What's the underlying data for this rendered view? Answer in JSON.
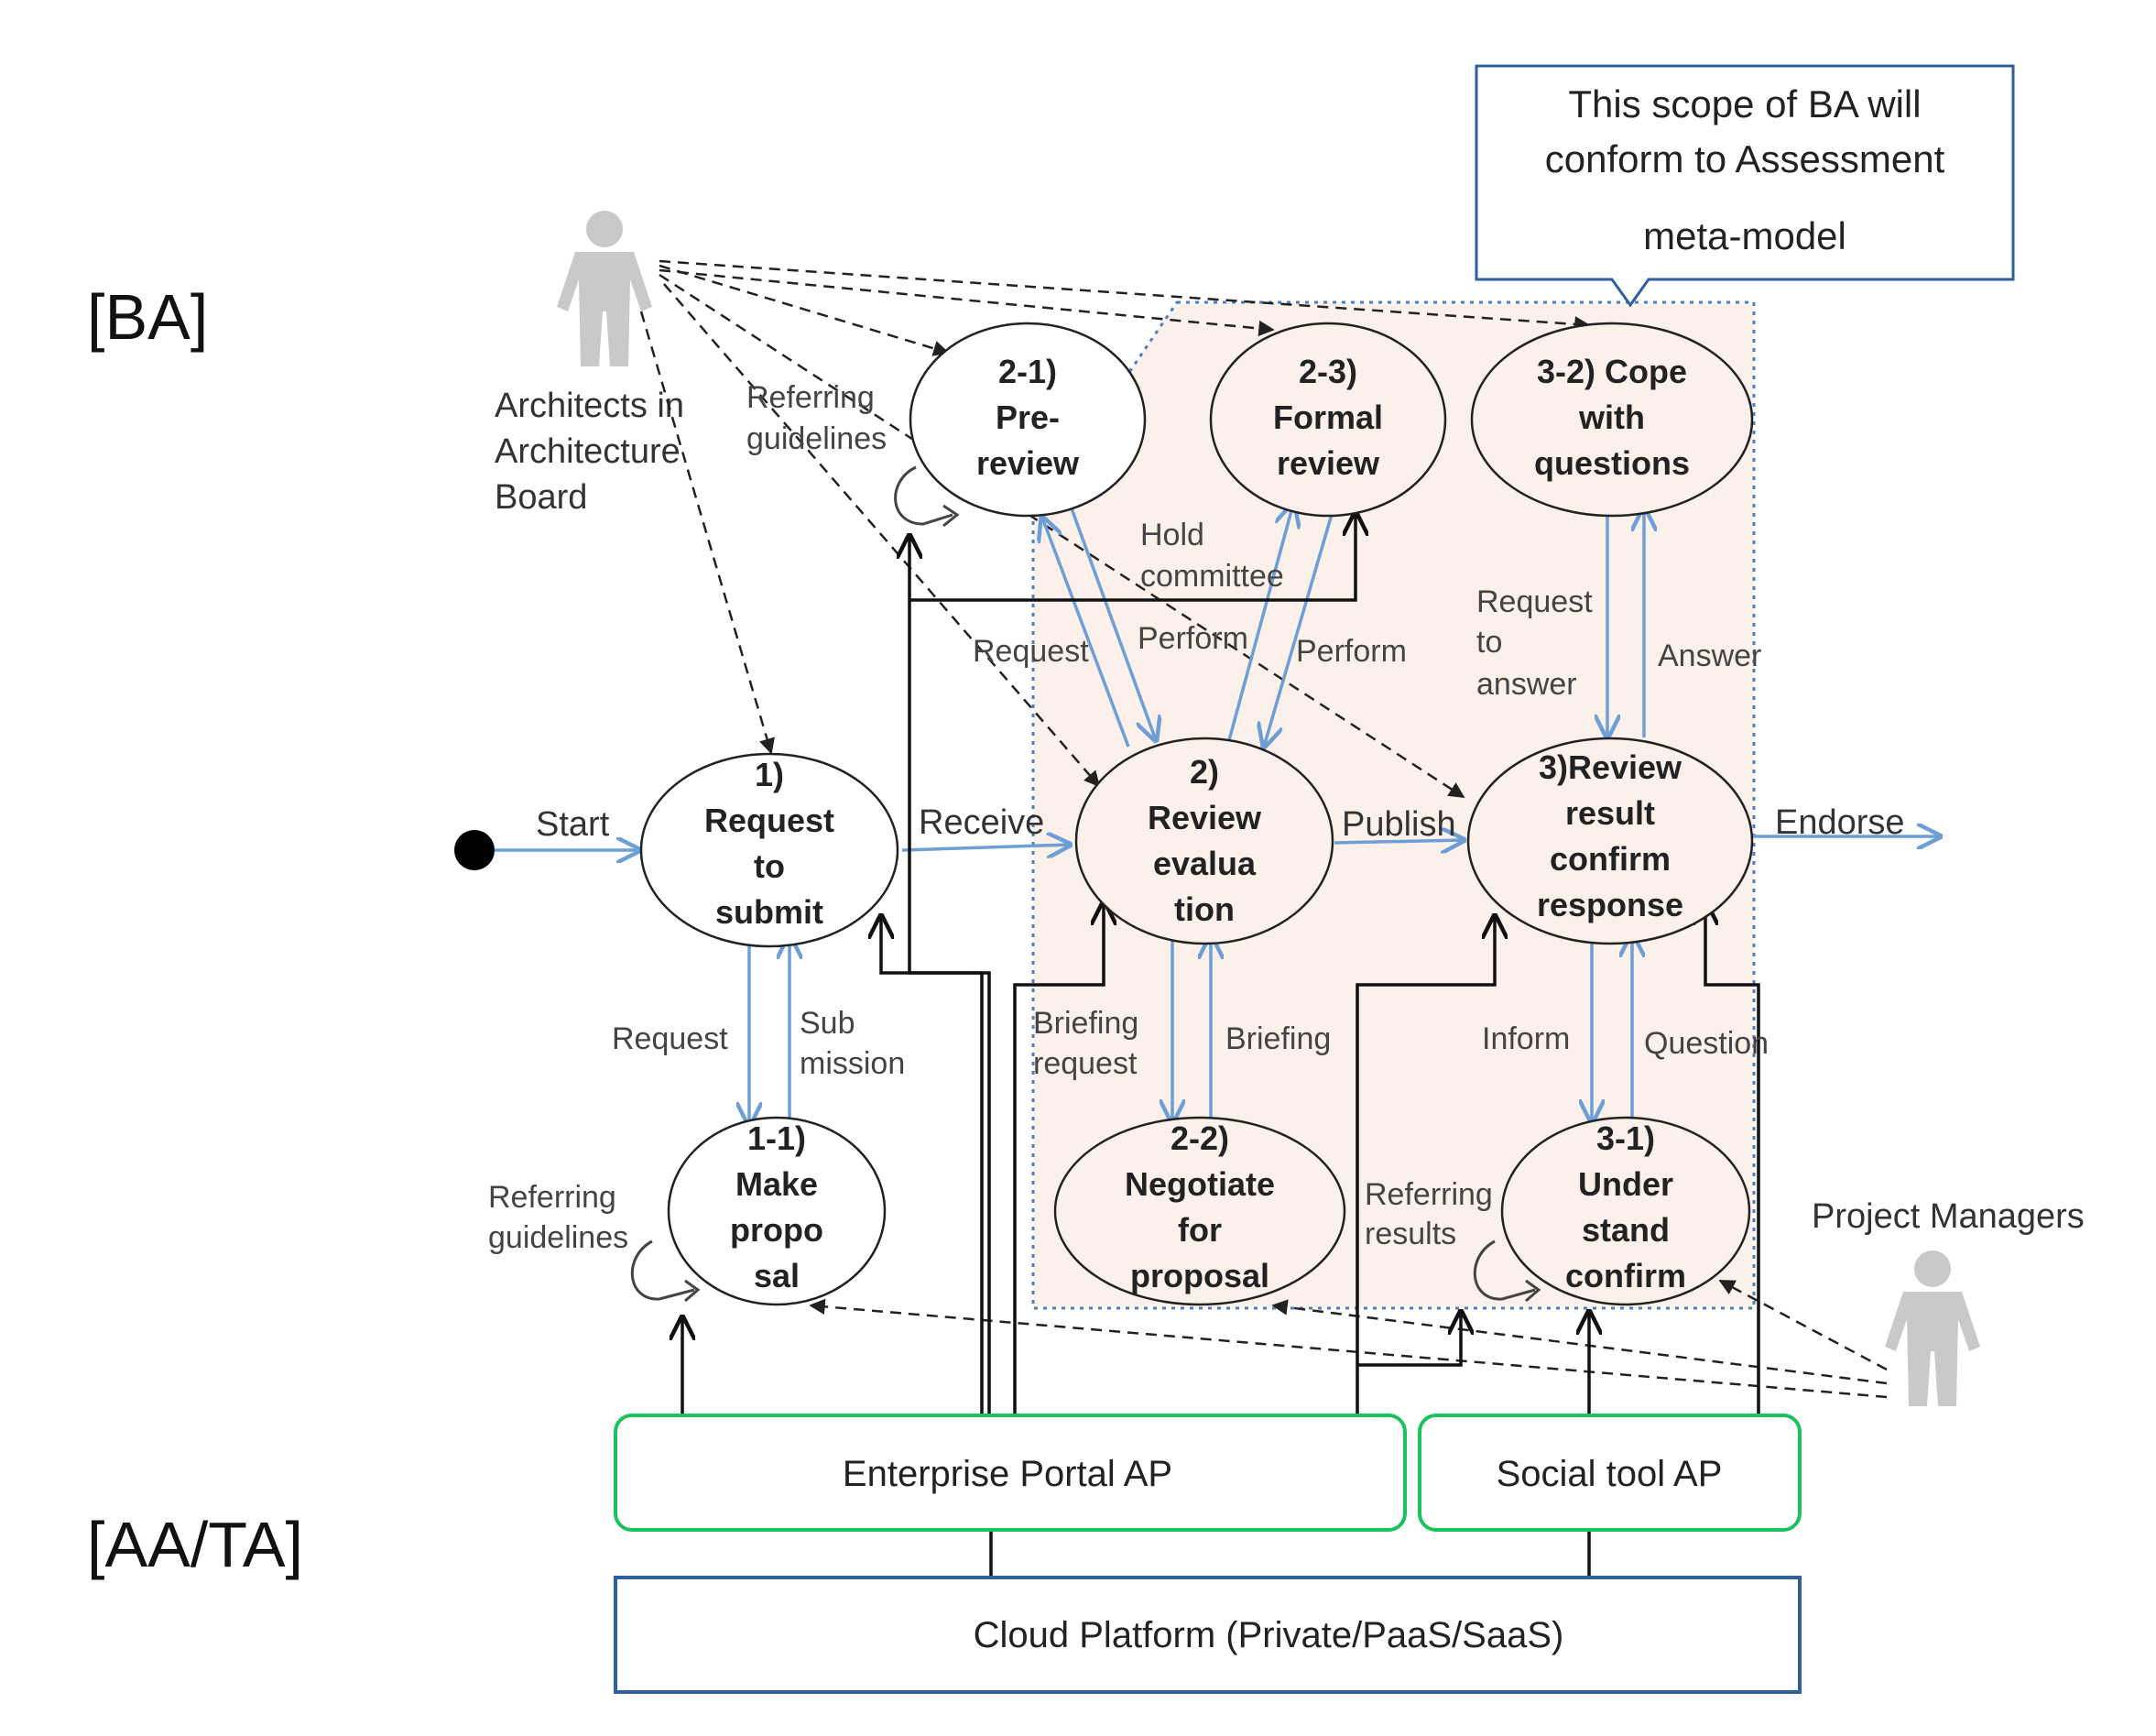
{
  "layers": {
    "business": "[BA]",
    "application": "[AA/TA]"
  },
  "callout": {
    "lines": [
      "This scope of BA will",
      "conform to Assessment",
      "meta-model"
    ]
  },
  "actors": {
    "architects": {
      "lines": [
        "Architects in",
        "Architecture",
        "Board"
      ]
    },
    "project_managers": {
      "label": "Project Managers"
    }
  },
  "nodes": {
    "n1": {
      "lines": [
        "1)",
        "Request",
        "to",
        "submit"
      ]
    },
    "n11": {
      "lines": [
        "1-1)",
        "Make",
        "propo",
        "sal"
      ]
    },
    "n2": {
      "lines": [
        "2)",
        "Review",
        "evalua",
        "tion"
      ]
    },
    "n21": {
      "lines": [
        "2-1)",
        "Pre-",
        "review"
      ]
    },
    "n22": {
      "lines": [
        "2-2)",
        "Negotiate",
        "for",
        "proposal"
      ]
    },
    "n23": {
      "lines": [
        "2-3)",
        "Formal",
        "review"
      ]
    },
    "n3": {
      "lines": [
        "3)Review",
        "result",
        "confirm",
        "response"
      ]
    },
    "n31": {
      "lines": [
        "3-1)",
        "Under",
        "stand",
        "confirm"
      ]
    },
    "n32": {
      "lines": [
        "3-2) Cope",
        "with",
        "questions"
      ]
    }
  },
  "flow_labels": {
    "start": "Start",
    "receive": "Receive",
    "publish": "Publish",
    "endorse": "Endorse",
    "request_1": "Request",
    "submission": [
      "Sub",
      "mission"
    ],
    "request_2": "Request",
    "perform_1": "Perform",
    "perform_2": "Perform",
    "hold_committee": [
      "Hold",
      "committee"
    ],
    "briefing_request": [
      "Briefing",
      "request"
    ],
    "briefing": "Briefing",
    "request_to_answer": [
      "Request",
      "to",
      "answer"
    ],
    "answer": "Answer",
    "inform": "Inform",
    "question": "Question",
    "referring_guidelines_1": [
      "Referring",
      "guidelines"
    ],
    "referring_guidelines_2": [
      "Referring",
      "guidelines"
    ],
    "referring_results": [
      "Referring",
      "results"
    ]
  },
  "systems": {
    "enterprise_portal": "Enterprise  Portal AP",
    "social_tool": "Social tool AP",
    "cloud_platform": "Cloud  Platform (Private/PaaS/SaaS)"
  },
  "colors": {
    "flow_arrow": "#6d9fd6",
    "scope_fill": "#fbf1ea",
    "scope_border": "#4a7fc0",
    "system_border": "#19c25a",
    "platform_border": "#2f5f9e",
    "actor_fill": "#c9c9c9"
  },
  "icons": [
    "person-icon",
    "self-loop-icon",
    "start-dot-icon"
  ]
}
